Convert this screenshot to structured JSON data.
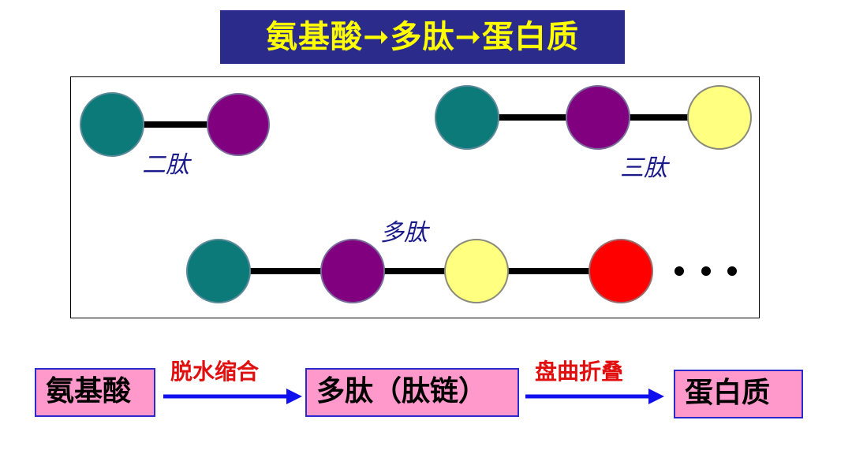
{
  "title": "氨基酸➞多肽➞蛋白质",
  "diagram": {
    "dipeptide_label": "二肽",
    "tripeptide_label": "三肽",
    "polypeptide_label": "多肽",
    "colors": {
      "teal": "#0b7a78",
      "purple": "#800080",
      "yellow": "#ffff80",
      "red": "#ff0000",
      "link": "#000000"
    }
  },
  "flow": {
    "step1": "氨基酸",
    "arrow1_label": "脱水缩合",
    "step2": "多肽（肽链）",
    "arrow2_label": "盘曲折叠",
    "step3": "蛋白质",
    "arrow_color": "#1010ee"
  }
}
